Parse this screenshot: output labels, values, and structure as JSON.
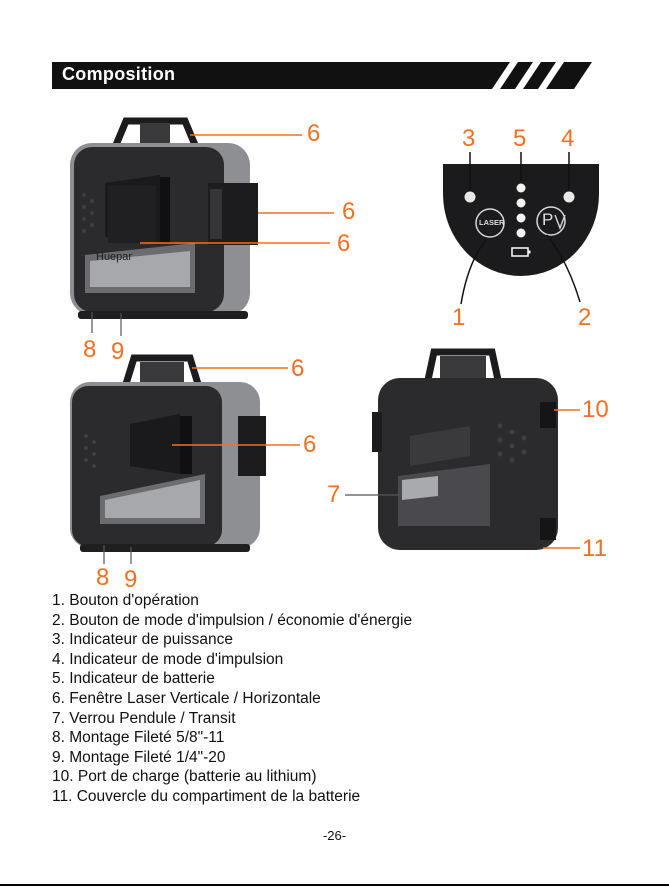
{
  "header": {
    "title": "Composition"
  },
  "callouts": {
    "top_handle": "6",
    "top_side": "6",
    "top_front": "6",
    "top_mount_a": "8",
    "top_mount_b": "9",
    "panel_power": "3",
    "panel_battery": "5",
    "panel_pulse": "4",
    "panel_laser_btn": "1",
    "panel_pulse_btn": "2",
    "bottom_handle": "6",
    "bottom_front": "6",
    "bottom_mount_a": "8",
    "bottom_mount_b": "9",
    "lock": "7",
    "charge_port": "10",
    "battery_cover": "11"
  },
  "panel": {
    "laser_label": "LASER",
    "pulse_label": "P"
  },
  "product": {
    "brand": "Huepar"
  },
  "legend": [
    "1. Bouton d'opération",
    "2. Bouton de mode d'impulsion / économie d'énergie",
    "3. Indicateur de puissance",
    "4. Indicateur de mode d'impulsion",
    "5. Indicateur de batterie",
    "6. Fenêtre Laser Verticale / Horizontale",
    "7. Verrou Pendule / Transit",
    "8. Montage Fileté 5/8\"-11",
    "9. Montage Fileté 1/4\"-20",
    "10. Port de charge (batterie au lithium)",
    "11. Couvercle du compartiment de la batterie"
  ],
  "footer": {
    "page_number": "-26-"
  },
  "colors": {
    "accent": "#f37021",
    "banner": "#111111",
    "device_body": "#2b2b2e",
    "device_grey": "#8a8b8f"
  }
}
